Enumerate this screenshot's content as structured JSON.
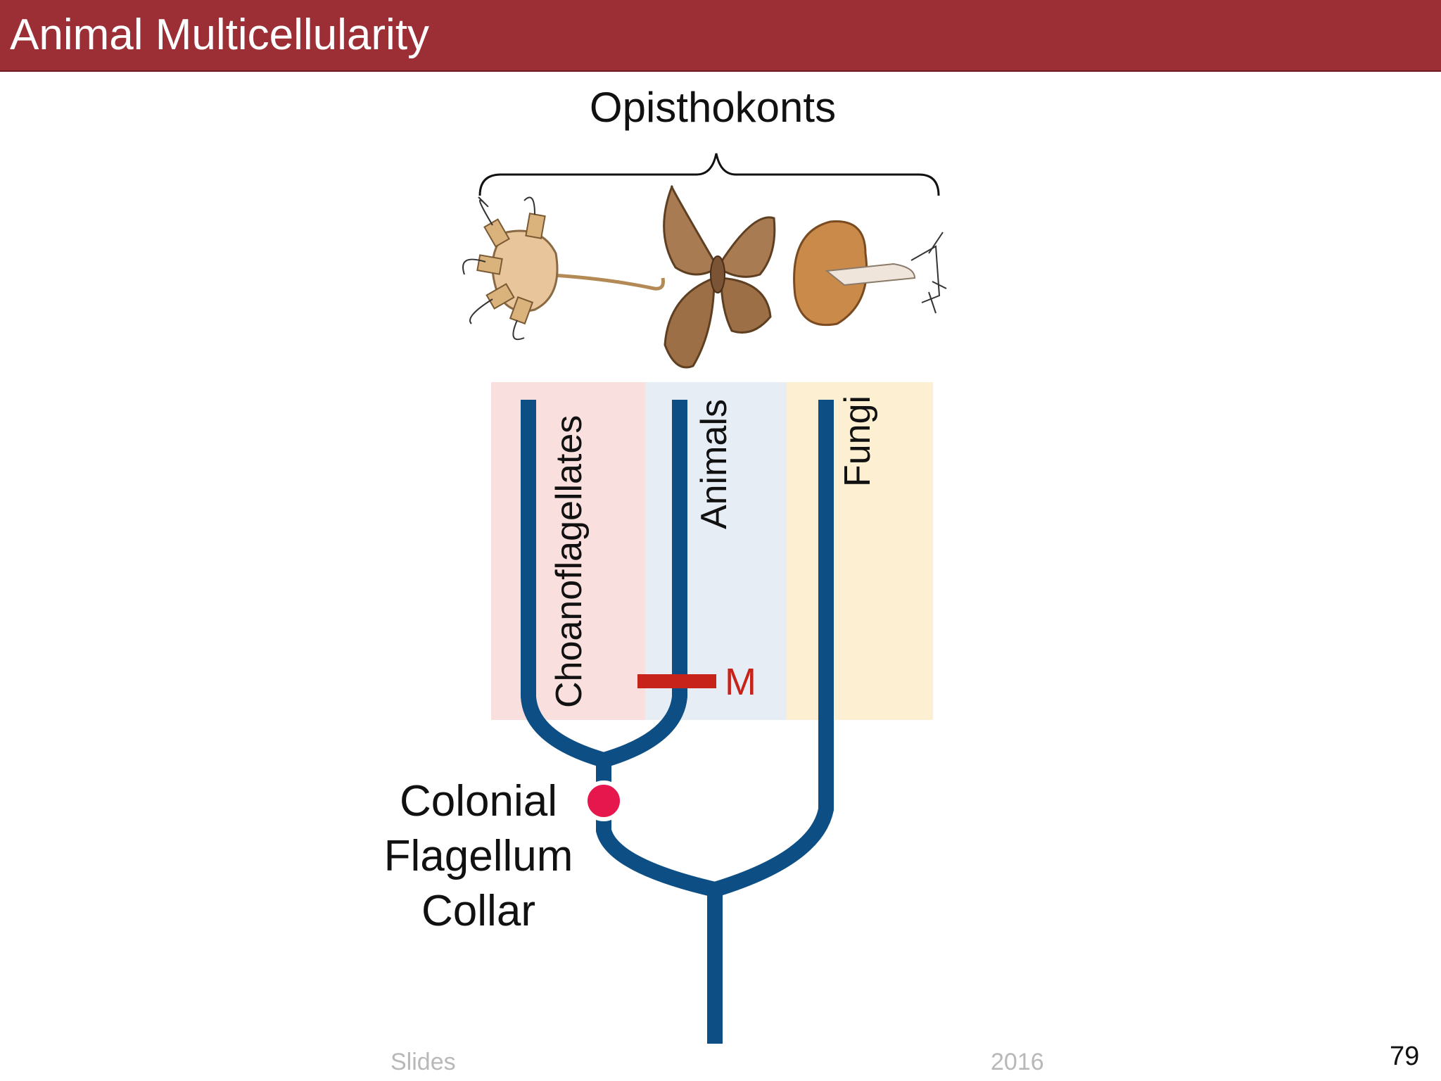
{
  "slide": {
    "title": "Animal Multicellularity",
    "page_number": "79",
    "footer_left": "Slides",
    "footer_right": "2016"
  },
  "diagram": {
    "group_label": "Opisthokonts",
    "clades": [
      {
        "name": "Choanoflagellates",
        "color": "#f9e0de"
      },
      {
        "name": "Animals",
        "color": "#e7edf5"
      },
      {
        "name": "Fungi",
        "color": "#fdf0d2"
      }
    ],
    "marker_label": "M",
    "node_labels": [
      "Colonial",
      "Flagellum",
      "Collar"
    ],
    "branch_color": "#0d4f85",
    "marker_color": "#c8231b",
    "node_color": "#e5174d"
  }
}
